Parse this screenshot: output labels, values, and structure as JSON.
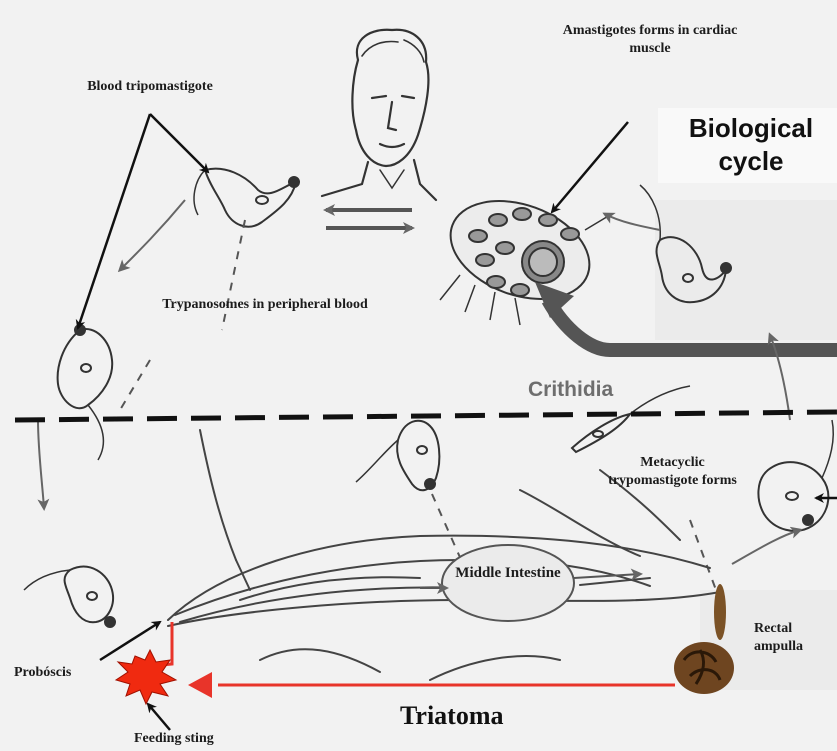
{
  "title": "Biological cycle",
  "labels": {
    "amastigotes": "Amastigotes forms in cardiac muscle",
    "blood_tripomastigote": "Blood tripomastigote",
    "trypanosomes_peripheral": "Trypanosomes in peripheral blood",
    "crithidia": "Crithidia",
    "metacyclic": "Metacyclic trypomastigote forms",
    "middle_intestine": "Middle Intestine",
    "rectal_ampulla": "Rectal ampulla",
    "proboscis": "Probóscis",
    "feeding_sting": "Feeding sting",
    "triatoma": "Triatoma"
  },
  "colors": {
    "red_arrow": "#e8342a",
    "sting_fill": "#f02a10",
    "ampulla_fill": "#7b5226",
    "dark_arrow": "#555555"
  }
}
